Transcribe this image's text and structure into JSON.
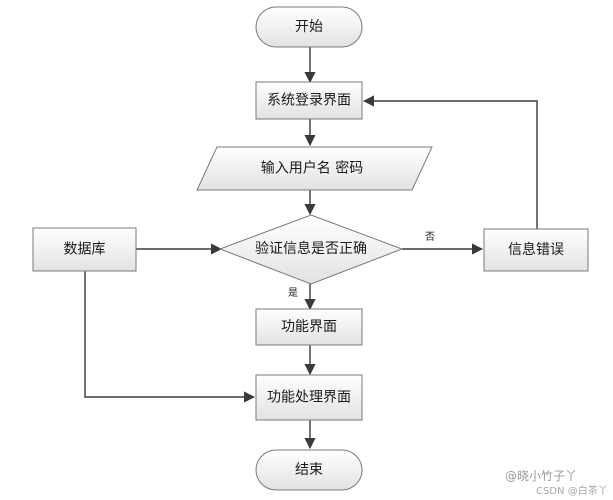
{
  "nodes": {
    "start": "开始",
    "login_page": "系统登录界面",
    "input_credentials": "输入用户名 密码",
    "verify": "验证信息是否正确",
    "database": "数据库",
    "error": "信息错误",
    "function_page": "功能界面",
    "function_process": "功能处理界面",
    "end": "结束"
  },
  "edges": {
    "no_label": "否",
    "yes_label": "是"
  },
  "watermark": {
    "brand": "@晓小竹子丫",
    "source": "CSDN @白茶丫"
  },
  "colors": {
    "shape_fill_top": "#ffffff",
    "shape_fill_bottom": "#e4e4e4",
    "stroke": "#7a7a7a",
    "arrow": "#3a3a3a"
  }
}
